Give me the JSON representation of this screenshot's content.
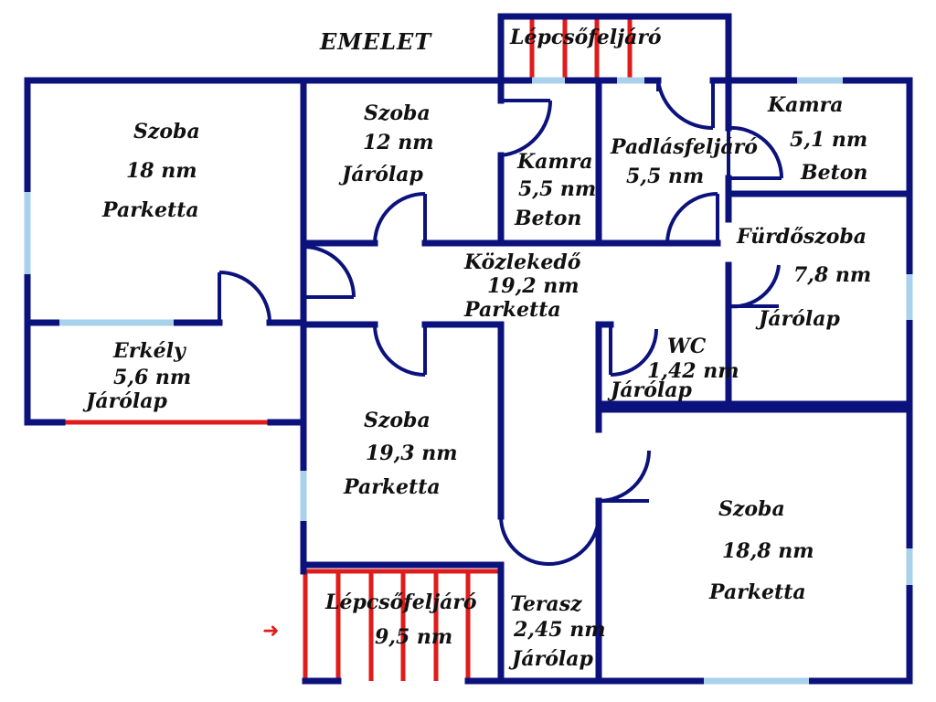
{
  "floor_title": "EMELET",
  "rooms": {
    "stairs_top": {
      "name": "Lépcsőfeljáró"
    },
    "room_18": {
      "name": "Szoba",
      "area": "18 nm",
      "floor": "Parketta"
    },
    "room_12": {
      "name": "Szoba",
      "area": "12 nm",
      "floor": "Járólap"
    },
    "pantry_55": {
      "name": "Kamra",
      "area": "5,5 nm",
      "floor": "Beton"
    },
    "attic_stairs": {
      "name": "Padlásfeljáró",
      "area": "5,5 nm"
    },
    "pantry_51": {
      "name": "Kamra",
      "area": "5,1 nm",
      "floor": "Beton"
    },
    "bathroom": {
      "name": "Fürdőszoba",
      "area": "7,8 nm",
      "floor": "Járólap"
    },
    "corridor": {
      "name": "Közlekedő",
      "area": "19,2 nm",
      "floor": "Parketta"
    },
    "balcony": {
      "name": "Erkély",
      "area": "5,6 nm",
      "floor": "Járólap"
    },
    "wc": {
      "name": "WC",
      "area": "1,42 nm",
      "floor": "Járólap"
    },
    "room_193": {
      "name": "Szoba",
      "area": "19,3 nm",
      "floor": "Parketta"
    },
    "room_188": {
      "name": "Szoba",
      "area": "18,8 nm",
      "floor": "Parketta"
    },
    "stairs_bottom": {
      "name": "Lépcsőfeljáró",
      "area": "9,5 nm"
    },
    "terrace": {
      "name": "Terasz",
      "area": "2,45 nm",
      "floor": "Járólap"
    }
  },
  "colors": {
    "wall": "#0c127c",
    "window": "#a9d1ec",
    "stair": "#e01b1b",
    "door": "#0c127c"
  },
  "icons": {
    "entry_arrow": "red-right-arrow"
  }
}
